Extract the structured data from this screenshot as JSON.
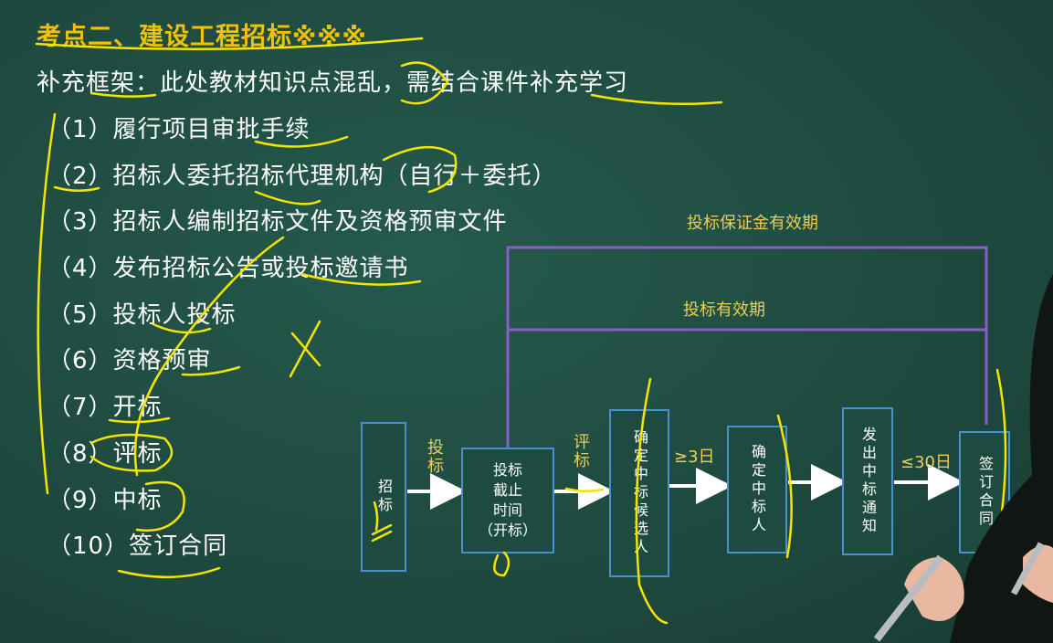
{
  "title": "考点二、建设工程招标※※※",
  "subtitle": "补充框架：此处教材知识点混乱，需结合课件补充学习",
  "steps": [
    {
      "num": "（1）",
      "text": "履行项目审批手续"
    },
    {
      "num": "（2）",
      "text": "招标人委托招标代理机构（自行＋委托）"
    },
    {
      "num": "（3）",
      "text": "招标人编制招标文件及资格预审文件"
    },
    {
      "num": "（4）",
      "text": "发布招标公告或投标邀请书"
    },
    {
      "num": "（5）",
      "text": "投标人投标"
    },
    {
      "num": "（6）",
      "text": "资格预审"
    },
    {
      "num": "（7）",
      "text": "开标"
    },
    {
      "num": "（8）",
      "text": "评标"
    },
    {
      "num": "（9）",
      "text": "中标"
    },
    {
      "num": "（10）",
      "text": "签订合同"
    }
  ],
  "diagram": {
    "bond_period": "投标保证金有效期",
    "bid_period": "投标有效期",
    "nodes": {
      "zhaobiao": "招标",
      "deadline": "投标\n截止\n时间\n（开标）",
      "candidate": "确定中标候选人",
      "winner": "确定中标人",
      "notice": "发出中标通知",
      "contract": "签订合同"
    },
    "edges": {
      "toubiao": "投标",
      "pingbiao": "评标",
      "ge3": "≥3日",
      "le30": "≤30日"
    }
  },
  "colors": {
    "background": "#1e4a40",
    "title": "#f2c200",
    "box_border": "#4a8fd0",
    "period_line": "#8a5cc7",
    "label": "#e9ce5a",
    "arrow": "#ffffff",
    "annotation": "#f5e400"
  }
}
